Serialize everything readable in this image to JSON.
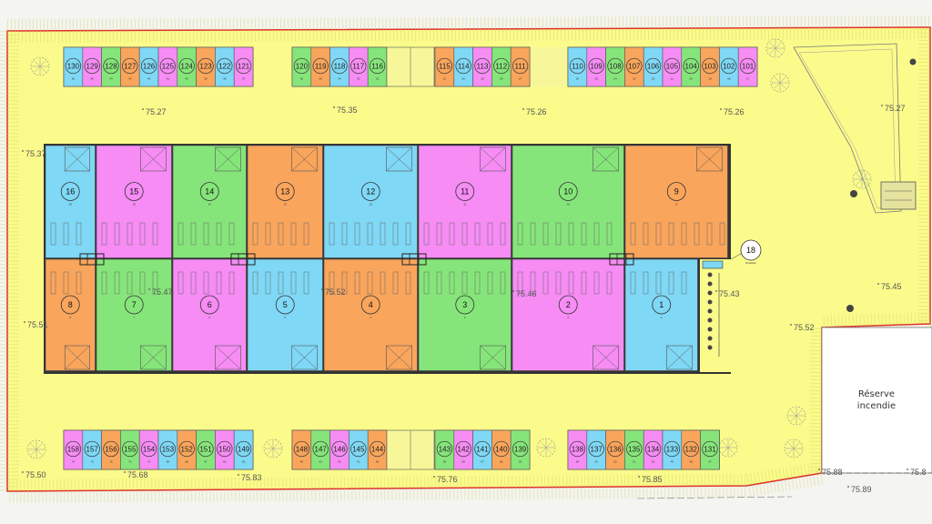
{
  "colors": {
    "site": "#fbfb8c",
    "border": "#e0262a",
    "orange": "#f9a55c",
    "green": "#86e57a",
    "blue": "#7fd8f5",
    "pink": "#f68cf4"
  },
  "top_row": [
    {
      "n": "130",
      "s": "26",
      "c": "blue"
    },
    {
      "n": "129",
      "s": "45",
      "c": "pink"
    },
    {
      "n": "128",
      "s": "44",
      "c": "green"
    },
    {
      "n": "127",
      "s": "43",
      "c": "orange"
    },
    {
      "n": "126",
      "s": "42",
      "c": "blue"
    },
    {
      "n": "125",
      "s": "41",
      "c": "pink"
    },
    {
      "n": "124",
      "s": "40",
      "c": "green"
    },
    {
      "n": "123",
      "s": "39",
      "c": "orange"
    },
    {
      "n": "122",
      "s": "38",
      "c": "blue"
    },
    {
      "n": "121",
      "s": "37",
      "c": "pink"
    },
    {
      "n": "120",
      "s": "36",
      "c": "green"
    },
    {
      "n": "119",
      "s": "35",
      "c": "orange"
    },
    {
      "n": "118",
      "s": "34",
      "c": "blue"
    },
    {
      "n": "117",
      "s": "33",
      "c": "pink"
    },
    {
      "n": "116",
      "s": "32",
      "c": "green"
    },
    {
      "n": "115",
      "s": "31",
      "c": "orange"
    },
    {
      "n": "114",
      "s": "30",
      "c": "blue"
    },
    {
      "n": "113",
      "s": "29",
      "c": "pink"
    },
    {
      "n": "112",
      "s": "28",
      "c": "green"
    },
    {
      "n": "111",
      "s": "27",
      "c": "orange"
    },
    {
      "n": "110",
      "s": "26",
      "c": "blue"
    },
    {
      "n": "109",
      "s": "25",
      "c": "pink"
    },
    {
      "n": "108",
      "s": "24",
      "c": "green"
    },
    {
      "n": "107",
      "s": "23",
      "c": "orange"
    },
    {
      "n": "106",
      "s": "22",
      "c": "blue"
    },
    {
      "n": "105",
      "s": "21",
      "c": "pink"
    },
    {
      "n": "104",
      "s": "20",
      "c": "green"
    },
    {
      "n": "103",
      "s": "19",
      "c": "orange"
    },
    {
      "n": "102",
      "s": "18",
      "c": "blue"
    },
    {
      "n": "101",
      "s": "17",
      "c": "pink"
    }
  ],
  "bottom_row": [
    {
      "n": "158",
      "s": "74",
      "c": "pink"
    },
    {
      "n": "157",
      "s": "73",
      "c": "blue"
    },
    {
      "n": "156",
      "s": "72",
      "c": "orange"
    },
    {
      "n": "155",
      "s": "71",
      "c": "green"
    },
    {
      "n": "154",
      "s": "70",
      "c": "pink"
    },
    {
      "n": "153",
      "s": "69",
      "c": "blue"
    },
    {
      "n": "152",
      "s": "68",
      "c": "orange"
    },
    {
      "n": "151",
      "s": "67",
      "c": "green"
    },
    {
      "n": "150",
      "s": "66",
      "c": "pink"
    },
    {
      "n": "149",
      "s": "65",
      "c": "blue"
    },
    {
      "n": "148",
      "s": "64",
      "c": "orange"
    },
    {
      "n": "147",
      "s": "63",
      "c": "green"
    },
    {
      "n": "146",
      "s": "62",
      "c": "pink"
    },
    {
      "n": "145",
      "s": "61",
      "c": "blue"
    },
    {
      "n": "144",
      "s": "60",
      "c": "orange"
    },
    {
      "n": "143",
      "s": "59",
      "c": "green"
    },
    {
      "n": "142",
      "s": "58",
      "c": "pink"
    },
    {
      "n": "141",
      "s": "57",
      "c": "blue"
    },
    {
      "n": "140",
      "s": "56",
      "c": "orange"
    },
    {
      "n": "139",
      "s": "55",
      "c": "green"
    },
    {
      "n": "138",
      "s": "54",
      "c": "pink"
    },
    {
      "n": "137",
      "s": "53",
      "c": "blue"
    },
    {
      "n": "136",
      "s": "52",
      "c": "orange"
    },
    {
      "n": "135",
      "s": "51",
      "c": "green"
    },
    {
      "n": "134",
      "s": "50",
      "c": "pink"
    },
    {
      "n": "133",
      "s": "49",
      "c": "blue"
    },
    {
      "n": "132",
      "s": "48",
      "c": "orange"
    },
    {
      "n": "131",
      "s": "47",
      "c": "green"
    }
  ],
  "upper_units": [
    {
      "n": "16",
      "s": "16",
      "c": "blue"
    },
    {
      "n": "15",
      "s": "15",
      "c": "pink"
    },
    {
      "n": "14",
      "s": "14",
      "c": "green"
    },
    {
      "n": "13",
      "s": "13",
      "c": "orange"
    },
    {
      "n": "12",
      "s": "12",
      "c": "blue"
    },
    {
      "n": "11",
      "s": "11",
      "c": "pink"
    },
    {
      "n": "10",
      "s": "10",
      "c": "green"
    },
    {
      "n": "9",
      "s": "9",
      "c": "orange"
    }
  ],
  "lower_units": [
    {
      "n": "8",
      "s": "8",
      "c": "orange"
    },
    {
      "n": "7",
      "s": "7",
      "c": "green"
    },
    {
      "n": "6",
      "s": "6",
      "c": "pink"
    },
    {
      "n": "5",
      "s": "5",
      "c": "blue"
    },
    {
      "n": "4",
      "s": "4",
      "c": "orange"
    },
    {
      "n": "3",
      "s": "3",
      "c": "green"
    },
    {
      "n": "2",
      "s": "2",
      "c": "pink"
    },
    {
      "n": "1",
      "s": "1",
      "c": "blue"
    }
  ],
  "unit18": {
    "n": "18",
    "s": "Onduleur"
  },
  "elevations": [
    "75.27",
    "75.35",
    "75.26",
    "75.26",
    "75.27",
    "75.37",
    "75.47",
    "75.52",
    "75.46",
    "75.43",
    "75.51",
    "75.45",
    "75.52",
    "75.50",
    "75.68",
    "75.83",
    "75.76",
    "75.85",
    "75.88",
    "75.8",
    "75.89"
  ],
  "reserve": {
    "line1": "Réserve",
    "line2": "incendie"
  }
}
